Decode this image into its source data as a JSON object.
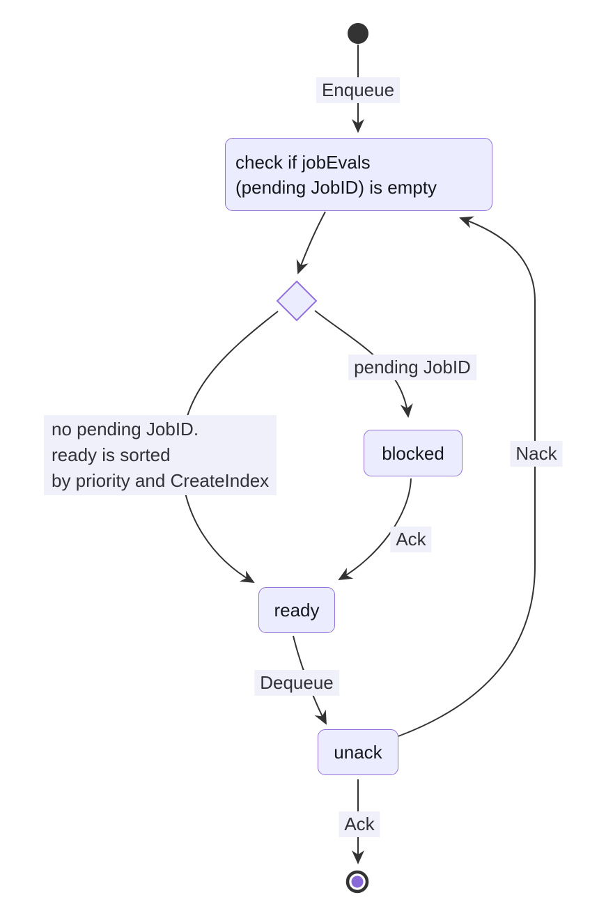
{
  "diagram": {
    "kind": "state-diagram",
    "nodes": {
      "check": {
        "label": "check if jobEvals\n(pending JobID) is empty"
      },
      "blocked": {
        "label": "blocked"
      },
      "ready": {
        "label": "ready"
      },
      "unack": {
        "label": "unack"
      }
    },
    "edge_labels": {
      "enqueue": "Enqueue",
      "pending": "pending JobID",
      "note": "no pending JobID.\nready is sorted\nby priority and CreateIndex",
      "ack_blocked": "Ack",
      "dequeue": "Dequeue",
      "nack": "Nack",
      "ack_final": "Ack"
    },
    "colors": {
      "node_fill": "#ECECFF",
      "node_border": "#9370DB",
      "edge_stroke": "#333333",
      "label_background": "#F0F0FA",
      "start_state": "#333333",
      "end_state_inner": "#8968D8"
    }
  }
}
